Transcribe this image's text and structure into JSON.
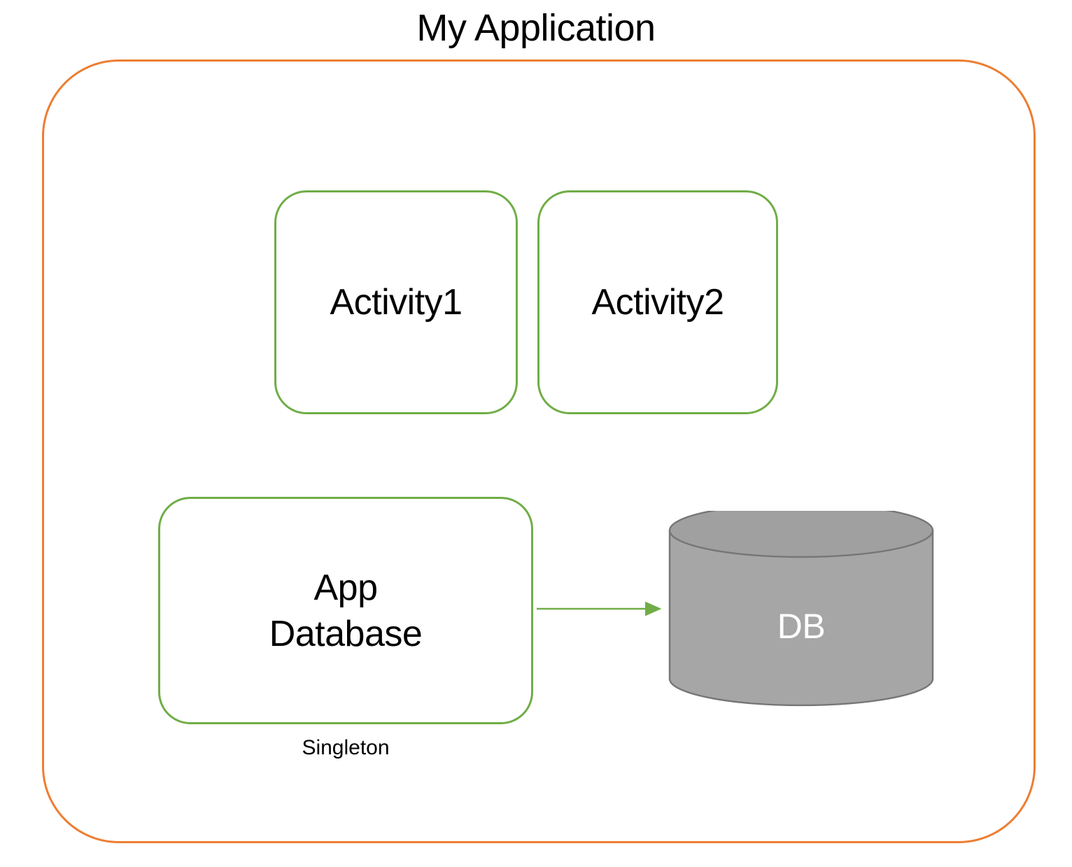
{
  "diagram": {
    "title": "My Application",
    "title_color": "#000000",
    "container": {
      "name": "My Application",
      "border_color": "#ED7D31"
    },
    "component_border_color": "#70AD47",
    "arrow_color": "#70AD47",
    "components": [
      {
        "id": "activity1",
        "label": "Activity1"
      },
      {
        "id": "activity2",
        "label": "Activity2"
      },
      {
        "id": "app-database",
        "label": "App\nDatabase",
        "caption": "Singleton"
      }
    ],
    "datastore": {
      "label": "DB",
      "fill_color": "#A6A6A6",
      "top_fill_color": "#A0A0A0",
      "stroke_color": "#767676",
      "label_color": "#FFFFFF"
    },
    "connector": {
      "from": "App Database",
      "to": "DB",
      "label": ""
    },
    "icons": {
      "arrow": "arrow-right-icon",
      "cylinder": "database-cylinder-icon"
    }
  }
}
